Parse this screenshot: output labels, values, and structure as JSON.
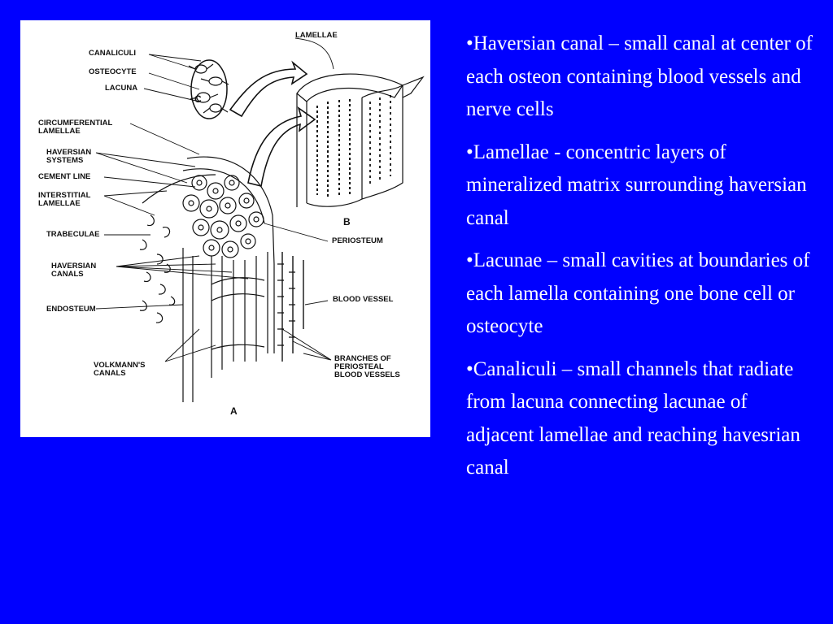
{
  "slide": {
    "background_color": "#0000ff",
    "text_color": "#ffffff"
  },
  "figure": {
    "labels": {
      "canaliculi": "CANALICULI",
      "osteocyte": "OSTEOCYTE",
      "lacuna": "LACUNA",
      "c": "C",
      "lamellae": "LAMELLAE",
      "circumferential_lamellae": "CIRCUMFERENTIAL\nLAMELLAE",
      "haversian_systems": "HAVERSIAN\nSYSTEMS",
      "cement_line": "CEMENT LINE",
      "interstitial_lamellae": "INTERSTITIAL\nLAMELLAE",
      "trabeculae": "TRABECULAE",
      "haversian_canals": "HAVERSIAN\nCANALS",
      "endosteum": "ENDOSTEUM",
      "volkmanns_canals": "VOLKMANN'S\nCANALS",
      "b": "B",
      "periosteum": "PERIOSTEUM",
      "blood_vessel": "BLOOD VESSEL",
      "branches_periosteal": "BRANCHES OF\nPERIOSTEAL\nBLOOD VESSELS",
      "a": "A"
    }
  },
  "bullets": [
    "•Haversian canal – small canal at center of each osteon containing blood vessels and nerve cells",
    "•Lamellae - concentric layers of mineralized matrix surrounding haversian canal",
    "•Lacunae – small cavities at boundaries of each lamella containing one bone cell or osteocyte",
    "•Canaliculi – small channels that radiate from lacuna connecting lacunae of adjacent lamellae and reaching havesrian canal"
  ]
}
